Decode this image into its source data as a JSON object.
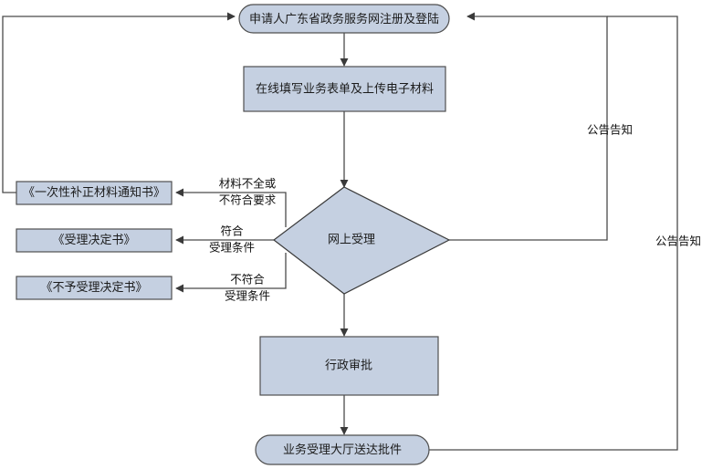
{
  "diagram": {
    "type": "flowchart",
    "title": "",
    "colors": {
      "node_fill": "#c5d0e1",
      "node_stroke": "#4f4f4f",
      "line": "#4a4a4a",
      "text": "#1b1b1b",
      "background": "#ffffff"
    },
    "nodes": {
      "start": {
        "label": "申请人广东省政务服务网注册及登陆",
        "shape": "stadium"
      },
      "fill_form": {
        "label": "在线填写业务表单及上传电子材料",
        "shape": "rectangle"
      },
      "decision": {
        "label": "网上受理",
        "shape": "diamond"
      },
      "correction_notice": {
        "label": "《一次性补正材料通知书》",
        "shape": "rectangle"
      },
      "acceptance_decision": {
        "label": "《受理决定书》",
        "shape": "rectangle"
      },
      "rejection_decision": {
        "label": "《不予受理决定书》",
        "shape": "rectangle"
      },
      "approval": {
        "label": "行政审批",
        "shape": "rectangle"
      },
      "delivery": {
        "label": "业务受理大厅送达批件",
        "shape": "stadium"
      }
    },
    "edge_labels": {
      "incomplete_line1": "材料不全或",
      "incomplete_line2": "不符合要求",
      "qualified_line1": "符合",
      "qualified_line2": "受理条件",
      "unqualified_line1": "不符合",
      "unqualified_line2": "受理条件",
      "notice_upper": "公告告知",
      "notice_lower": "公告告知"
    }
  }
}
